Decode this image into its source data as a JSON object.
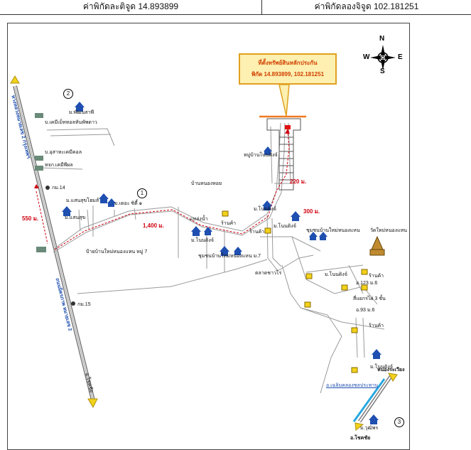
{
  "header": {
    "latitude_text": "ค่าพิกัดละติจูด 14.893899",
    "longitude_text": "ค่าพิกัดลองจิจูด 102.181251"
  },
  "callout": {
    "title": "ที่ตั้งทรัพย์สินหลักประกัน",
    "coords": "พิกัด  14.893899, 102.181251"
  },
  "compass": {
    "n": "N",
    "s": "S",
    "e": "E",
    "w": "W"
  },
  "distances": {
    "d550": "550 ม.",
    "d1400": "1,400 ม.",
    "d300": "300 ม.",
    "d220": "220 ม."
  },
  "markers": {
    "m1": "1",
    "m2": "2",
    "m3": "3"
  },
  "labels": {
    "highway_north": "ทางหลวงหมายเลข 2 กรุงเทพฯ",
    "highway_mid": "ถนนมิตรภาพ หมายเลข 2",
    "ban_factory": "ม.พัฒนสาพี",
    "factory": "บ.เคมีเม็ททอลหันพัพดาว",
    "company1": "บ.อุสาหะเคมีคอล",
    "company2": "หจก.เคมีพีผล",
    "km14": "กม.14",
    "km15": "กม.15",
    "ban1": "ม.แสนสุขโฮมส์",
    "ban2": "ม.แสนสุข",
    "ban3": "ม.เดอะ ซิตี้ ๑",
    "village_sign": "ป้ายบ้านใหม่หนองแหน หมู่ 7",
    "khoksaket": "บ้านหนองหอย",
    "ban_near": "หมู่บ้านโนนดิงจ์",
    "shop1": "ร้านค้า",
    "shop2": "ร้านค้า",
    "shop3": "ร้านค้า",
    "shop4": "ร้านค้า",
    "house1": "ม.โนนดิงจ์",
    "house2": "ม.โนนดิงจ์",
    "house3": "ม.โนนดิงจ์",
    "house4": "ม.โนนดิงจ์",
    "house5": "ม.โนนดิงจ์",
    "house6": "ม.โนนดิงจ์",
    "school": "แหล่งน้ำ",
    "market": "ตลาดชาวไร่",
    "community7": "ชุมชนบ้านใหม่หนองแหน ม.7",
    "community_east": "ชุมชนบ้านใหม่หนองแหน",
    "temple": "วัดใหม่หนองแหน",
    "road_123": "อ.123 ม.6",
    "road_93": "อ.93 ม.6",
    "kho_khan": "สี่แยกร่ไผ่ 3 ชั้น",
    "nongrawiang": "หนองระเวียง",
    "canal": "อ.เฉลิมคลองชลประทาน",
    "ban_nw": "ม.วุฒิพร",
    "amphoe_bottom": "อ.โชคชัย",
    "amphoe_left": "อ.โชคชัย"
  },
  "colors": {
    "road": "#9a9a9a",
    "highway": "#7a7a7a",
    "route": "#d0000f",
    "property": "#f07a20",
    "house": "#1f4fb0",
    "arrow": "#f2d21a",
    "callout_bg": "#fdf0b0",
    "canal": "#29a8e0"
  }
}
